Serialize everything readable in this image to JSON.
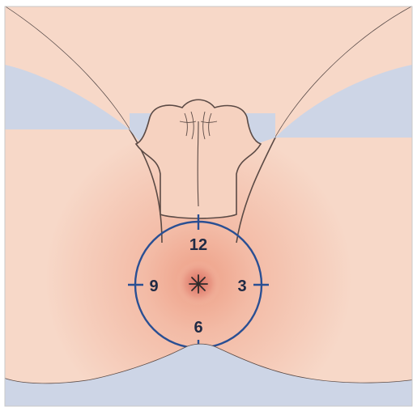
{
  "clock_face": {
    "labels": [
      {
        "position": "top",
        "text": "12"
      },
      {
        "position": "right",
        "text": "3"
      },
      {
        "position": "bottom",
        "text": "6"
      },
      {
        "position": "left",
        "text": "9"
      }
    ]
  },
  "colors": {
    "background": "#cfd6e6",
    "skin": "#f7d7c6",
    "skin_inner": "#f1b9a3",
    "outline": "#5b4a45",
    "clock_ring": "#2a4f93",
    "lesion": "#2e2a2a"
  },
  "icons": {
    "lesion": "star-lesion-icon"
  }
}
